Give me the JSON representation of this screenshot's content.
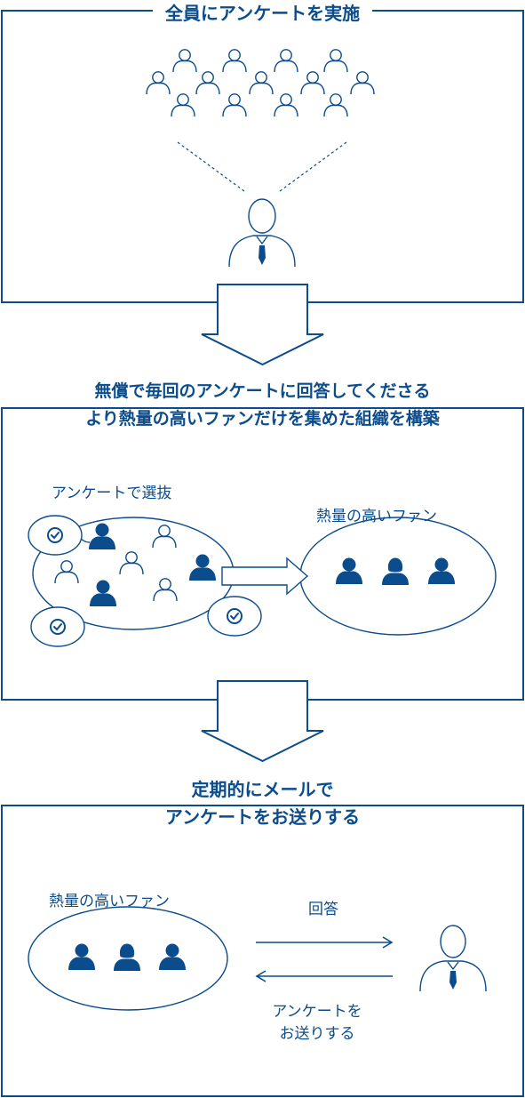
{
  "section1": {
    "title": "全員にアンケートを実施"
  },
  "section2": {
    "title_line1": "無償で毎回のアンケートに回答してくださる",
    "title_line2": "より熱量の高いファンだけを集めた組織を構築",
    "select_label": "アンケートで選抜",
    "fans_label": "熱量の高いファン"
  },
  "section3": {
    "title_line1": "定期的にメールで",
    "title_line2": "アンケートをお送りする",
    "fans_label": "熱量の高いファン",
    "answer_label": "回答",
    "send_label_line1": "アンケートを",
    "send_label_line2": "お送りする"
  },
  "colors": {
    "primary": "#0b4c8c",
    "background": "#ffffff"
  }
}
